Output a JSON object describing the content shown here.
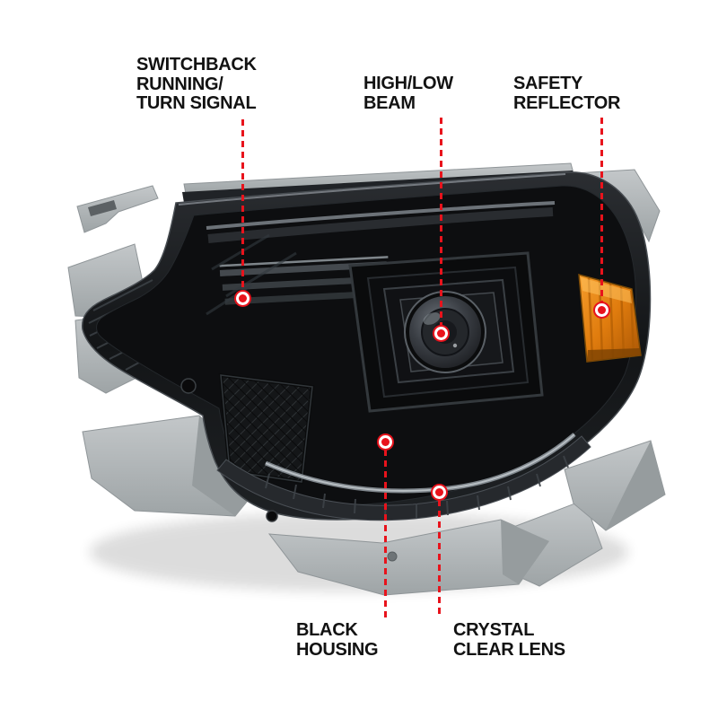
{
  "figure": {
    "callouts": [
      {
        "id": "switchback-running-turn-signal",
        "lines": [
          "SWITCHBACK",
          "RUNNING/",
          "TURN SIGNAL"
        ]
      },
      {
        "id": "high-low-beam",
        "lines": [
          "HIGH/LOW",
          "BEAM"
        ]
      },
      {
        "id": "safety-reflector",
        "lines": [
          "SAFETY",
          "REFLECTOR"
        ]
      },
      {
        "id": "black-housing",
        "lines": [
          "BLACK",
          "HOUSING"
        ]
      },
      {
        "id": "crystal-clear-lens",
        "lines": [
          "CRYSTAL",
          "CLEAR LENS"
        ]
      }
    ]
  },
  "colors": {
    "background": "#ffffff",
    "accent": "#e8131c",
    "label_text": "#121212",
    "amber_reflector": "#e07c0e",
    "housing_black": "#141517",
    "vehicle_gray": "#b3b8ba"
  }
}
